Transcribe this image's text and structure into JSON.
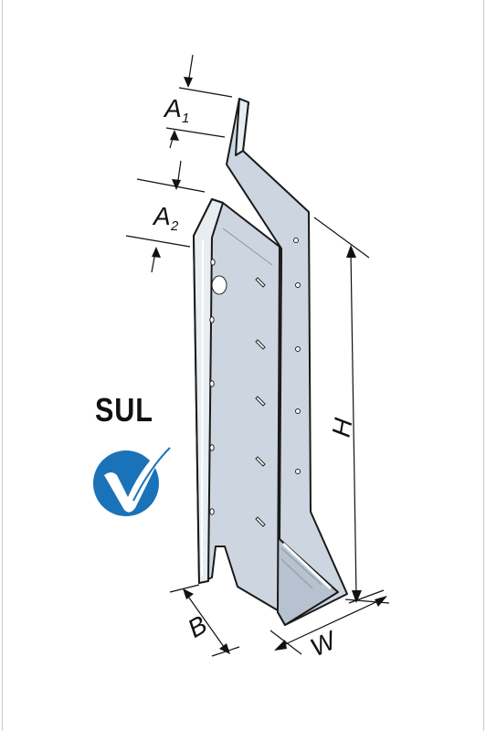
{
  "product": {
    "name": "SUL",
    "badge_icon": "checkmark-badge-icon",
    "badge_color": "#1a73b8"
  },
  "dimensions": {
    "a1": {
      "main": "A",
      "sub": "1"
    },
    "a2": {
      "main": "A",
      "sub": "2"
    },
    "h": "H",
    "b": "B",
    "w": "W"
  },
  "colors": {
    "metal_face": "#cdd6e0",
    "metal_side": "#b6c2cf",
    "metal_edge": "#e8edf2",
    "frame": "#c9c9c9"
  }
}
